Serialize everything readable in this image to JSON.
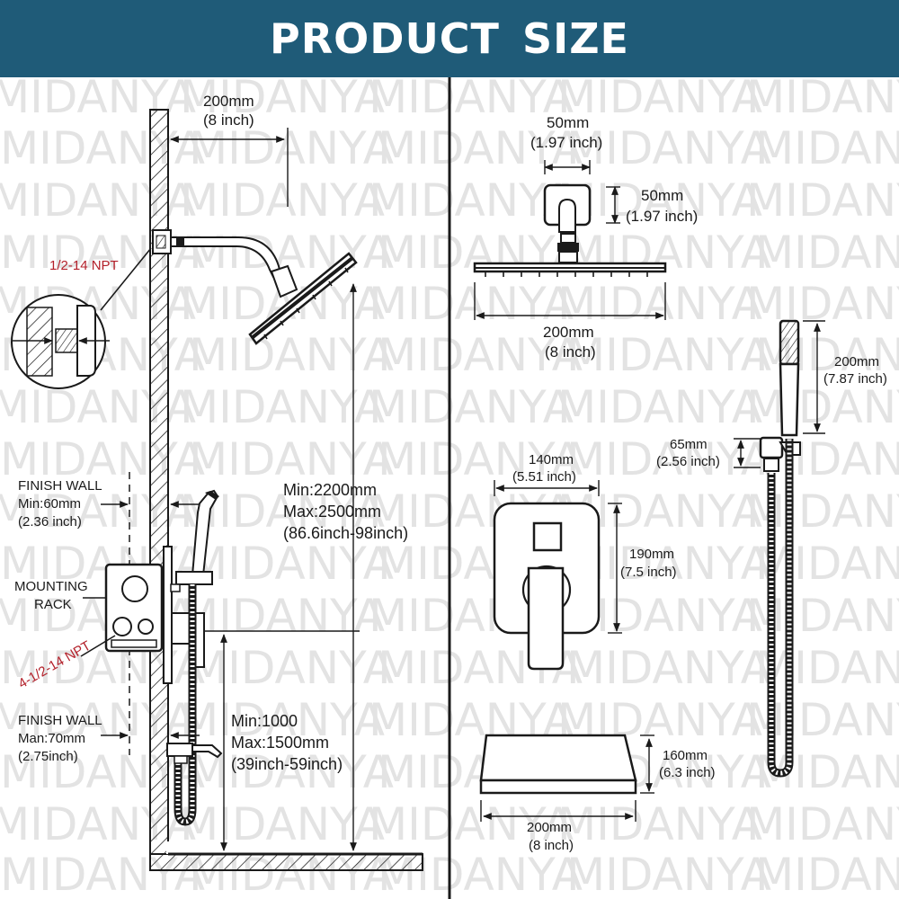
{
  "header": {
    "title": "PRODUCT SIZE",
    "bg_color": "#1f5b78",
    "text_color": "#ffffff"
  },
  "watermark": {
    "text": "MIDANYA"
  },
  "left_panel": {
    "arm_length": {
      "mm": "200mm",
      "inch": "(8 inch)"
    },
    "inlet_label": "1/2-14 NPT",
    "finish_wall_min": {
      "title": "FINISH WALL",
      "mm": "Min:60mm",
      "inch": "(2.36 inch)"
    },
    "mounting_rack": {
      "line1": "MOUNTING",
      "line2": "RACK"
    },
    "ports_label": "4-1/2-14 NPT",
    "finish_wall_max": {
      "title": "FINISH WALL",
      "mm": "Man:70mm",
      "inch": "(2.75inch)"
    },
    "head_height": {
      "min": "Min:2200mm",
      "max": "Max:2500mm",
      "inch": "(86.6inch-98inch)"
    },
    "valve_height": {
      "min": "Min:1000",
      "max": "Max:1500mm",
      "inch": "(39inch-59inch)"
    }
  },
  "right_panel": {
    "flange_width": {
      "mm": "50mm",
      "inch": "(1.97 inch)"
    },
    "flange_height": {
      "mm": "50mm",
      "inch": "(1.97 inch)"
    },
    "head_width": {
      "mm": "200mm",
      "inch": "(8 inch)"
    },
    "handheld_length": {
      "mm": "200mm",
      "inch": "(7.87 inch)"
    },
    "holder_height": {
      "mm": "65mm",
      "inch": "(2.56 inch)"
    },
    "trim_width": {
      "mm": "140mm",
      "inch": "(5.51 inch)"
    },
    "trim_height": {
      "mm": "190mm",
      "inch": "(7.5 inch)"
    },
    "box_height": {
      "mm": "160mm",
      "inch": "(6.3 inch)"
    },
    "box_width": {
      "mm": "200mm",
      "inch": "(8 inch)"
    }
  }
}
